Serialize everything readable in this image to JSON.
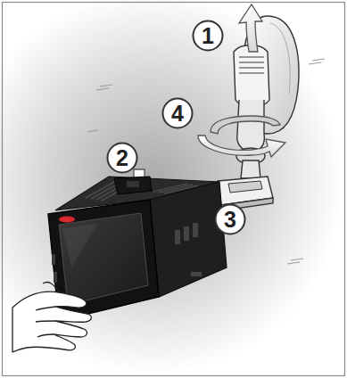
{
  "diagram": {
    "nodes": [
      {
        "text": [
          "1"
        ]
      },
      {
        "text": [
          "4"
        ]
      },
      {
        "text": [
          "2"
        ]
      },
      {
        "text": [
          "3"
        ]
      }
    ]
  }
}
